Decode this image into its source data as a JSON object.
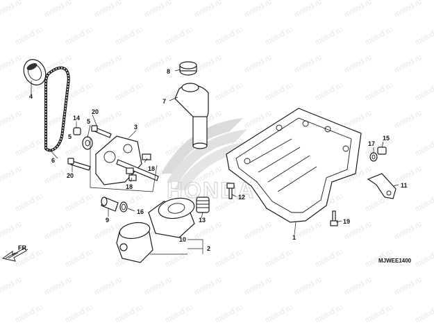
{
  "watermark": "motod.ru",
  "brand_text": "HONDA",
  "diagram_code": "MJWEE1400",
  "direction_label": "FR.",
  "callouts": {
    "c1": "1",
    "c2": "2",
    "c3": "3",
    "c4": "4",
    "c5": "5",
    "c5b": "5",
    "c6": "6",
    "c7": "7",
    "c8": "8",
    "c9": "9",
    "c10": "10",
    "c11": "11",
    "c12": "12",
    "c13": "13",
    "c14": "14",
    "c15": "15",
    "c16": "16",
    "c17": "17",
    "c18a": "18",
    "c18b": "18",
    "c19": "19",
    "c20a": "20",
    "c20b": "20"
  }
}
